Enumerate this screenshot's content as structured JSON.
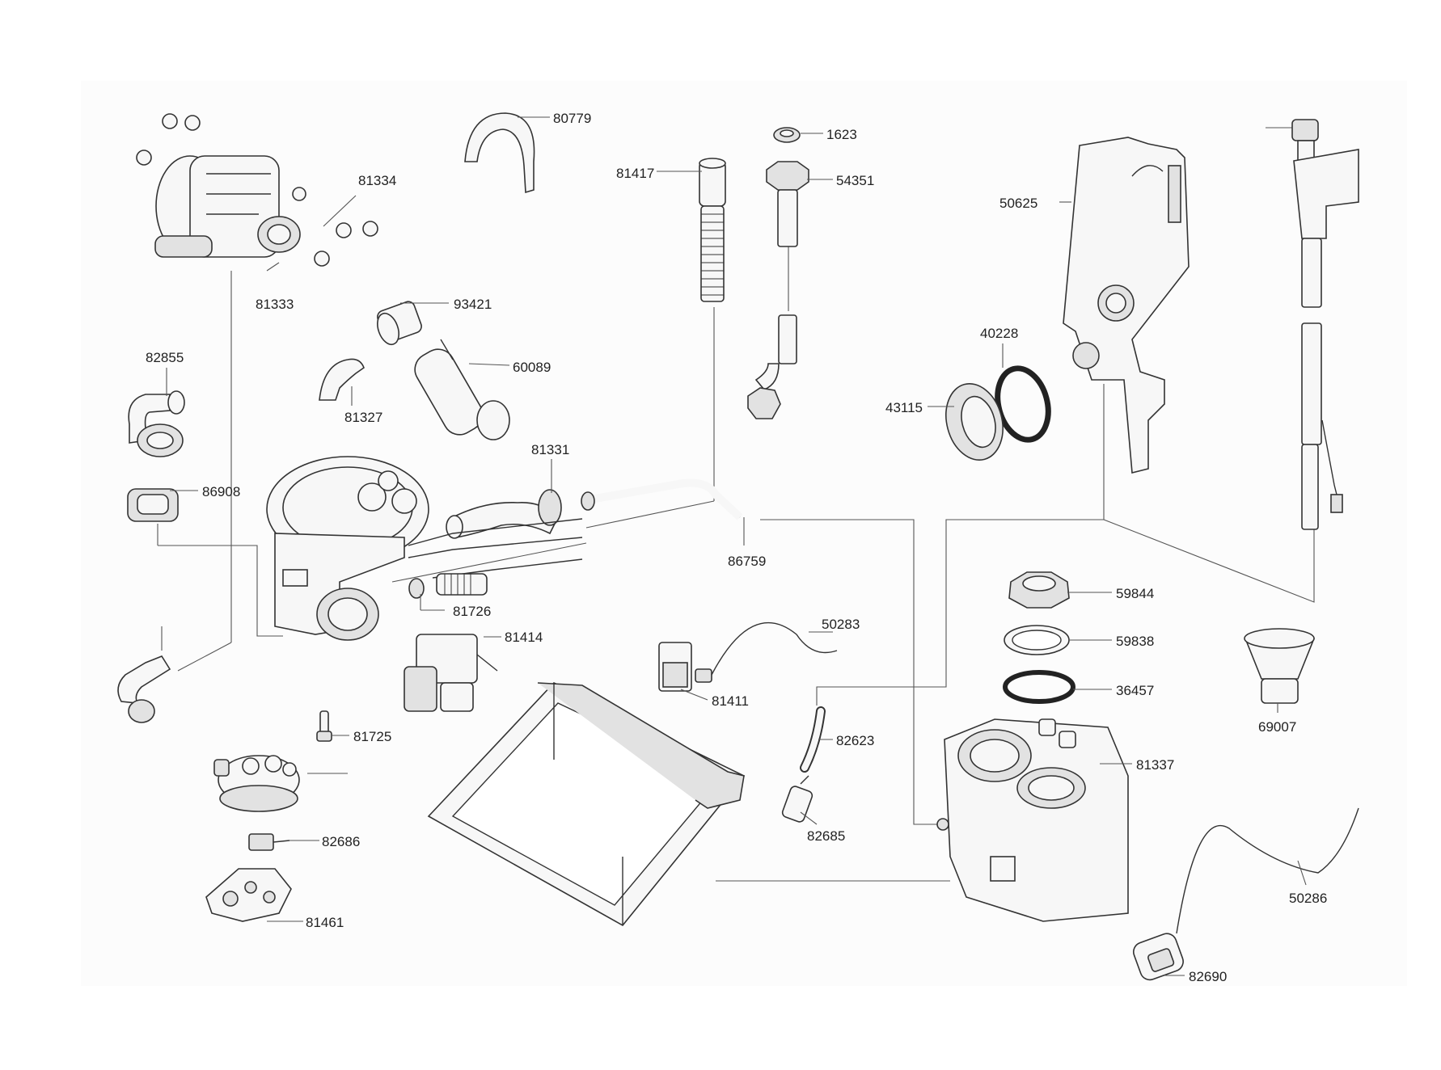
{
  "diagram": {
    "title": "",
    "part_numbers": {
      "p80779": "80779",
      "p1623": "1623",
      "p81417": "81417",
      "p54351": "54351",
      "p81334": "81334",
      "p81333": "81333",
      "p93421": "93421",
      "p60089": "60089",
      "p82855": "82855",
      "p81327": "81327",
      "p86908": "86908",
      "p81331": "81331",
      "p86759": "86759",
      "p81726": "81726",
      "p81414": "81414",
      "p50625": "50625",
      "p40228": "40228",
      "p43115": "43115",
      "p59844": "59844",
      "p59838": "59838",
      "p36457": "36457",
      "p69007": "69007",
      "p50283": "50283",
      "p81411": "81411",
      "p82623": "82623",
      "p82685": "82685",
      "p81337": "81337",
      "p81725": "81725",
      "p82686": "82686",
      "p81461": "81461",
      "p50286": "50286",
      "p82690": "82690"
    }
  }
}
